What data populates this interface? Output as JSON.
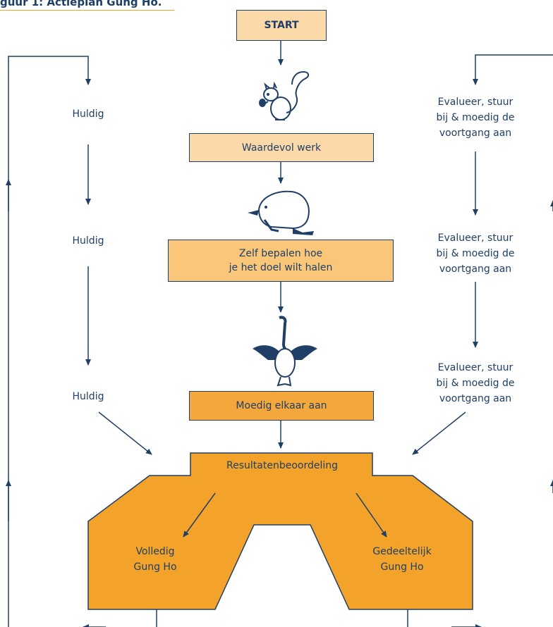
{
  "title": "guur 1: Actieplan Gung Ho.",
  "start": "START",
  "steps": {
    "waardevol": "Waardevol werk",
    "zelf": "Zelf bepalen hoe\nje het doel wilt halen",
    "moedig": "Moedig elkaar aan"
  },
  "left_labels": {
    "one": "Huldig",
    "two": "Huldig",
    "three": "Huldig"
  },
  "right_labels": {
    "one": "Evalueer, stuur\nbij & moedig de\nvoortgang aan",
    "two": "Evalueer, stuur\nbij & moedig de\nvoortgang aan",
    "three": "Evalueer, stuur\nbij & moedig de\nvoortgang aan"
  },
  "result": {
    "title": "Resultatenbeoordeling",
    "full": "Volledig\nGung Ho",
    "partial": "Gedeeltelijk\nGung Ho"
  },
  "animals": [
    "squirrel-icon",
    "beaver-icon",
    "goose-icon"
  ],
  "colors": {
    "navy": "#1f3f66",
    "box_light": "#fcd9a8",
    "box_medium": "#f9c67a",
    "box_dark": "#f4a73c",
    "result_fill": "#f4a32a",
    "title_underline": "#f4a32a"
  }
}
